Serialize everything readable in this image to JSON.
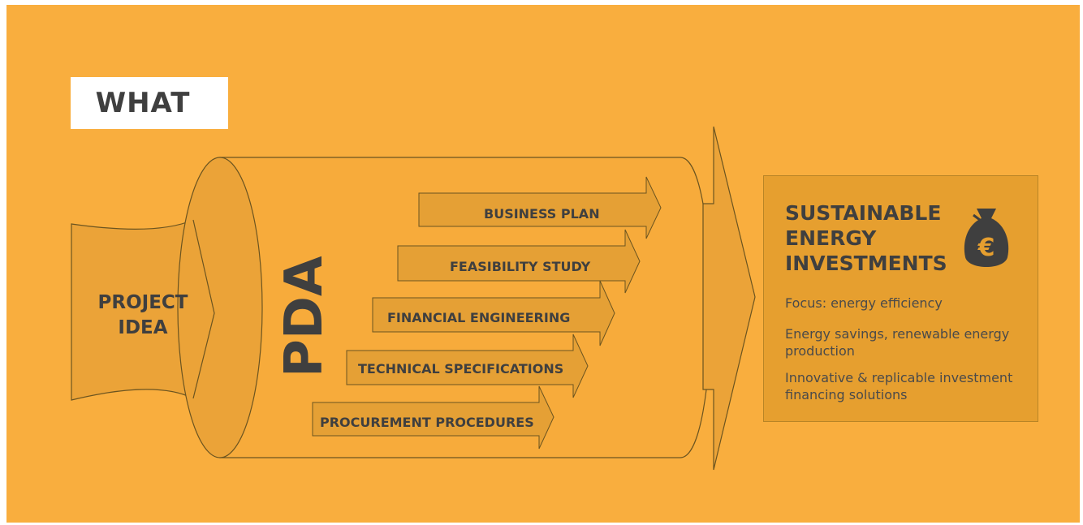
{
  "header": {
    "title": "WHAT"
  },
  "input": {
    "line1": "PROJECT",
    "line2": "IDEA"
  },
  "pipe": {
    "label": "PDA"
  },
  "steps": [
    {
      "label": "BUSINESS PLAN"
    },
    {
      "label": "FEASIBILITY STUDY"
    },
    {
      "label": "FINANCIAL ENGINEERING"
    },
    {
      "label": "TECHNICAL SPECIFICATIONS"
    },
    {
      "label": "PROCUREMENT PROCEDURES"
    }
  ],
  "result": {
    "title_line1": "SUSTAINABLE",
    "title_line2": "ENERGY",
    "title_line3": "INVESTMENTS",
    "icon": "euro-money-bag-icon",
    "items": [
      "Focus: energy efficiency",
      "Energy savings, renewable energy production",
      "Innovative & replicable investment financing solutions"
    ]
  },
  "colors": {
    "background": "#F9AE3E",
    "shape_fill": "#EBA338",
    "outline": "#6b5420",
    "text": "#3f3f3f"
  }
}
